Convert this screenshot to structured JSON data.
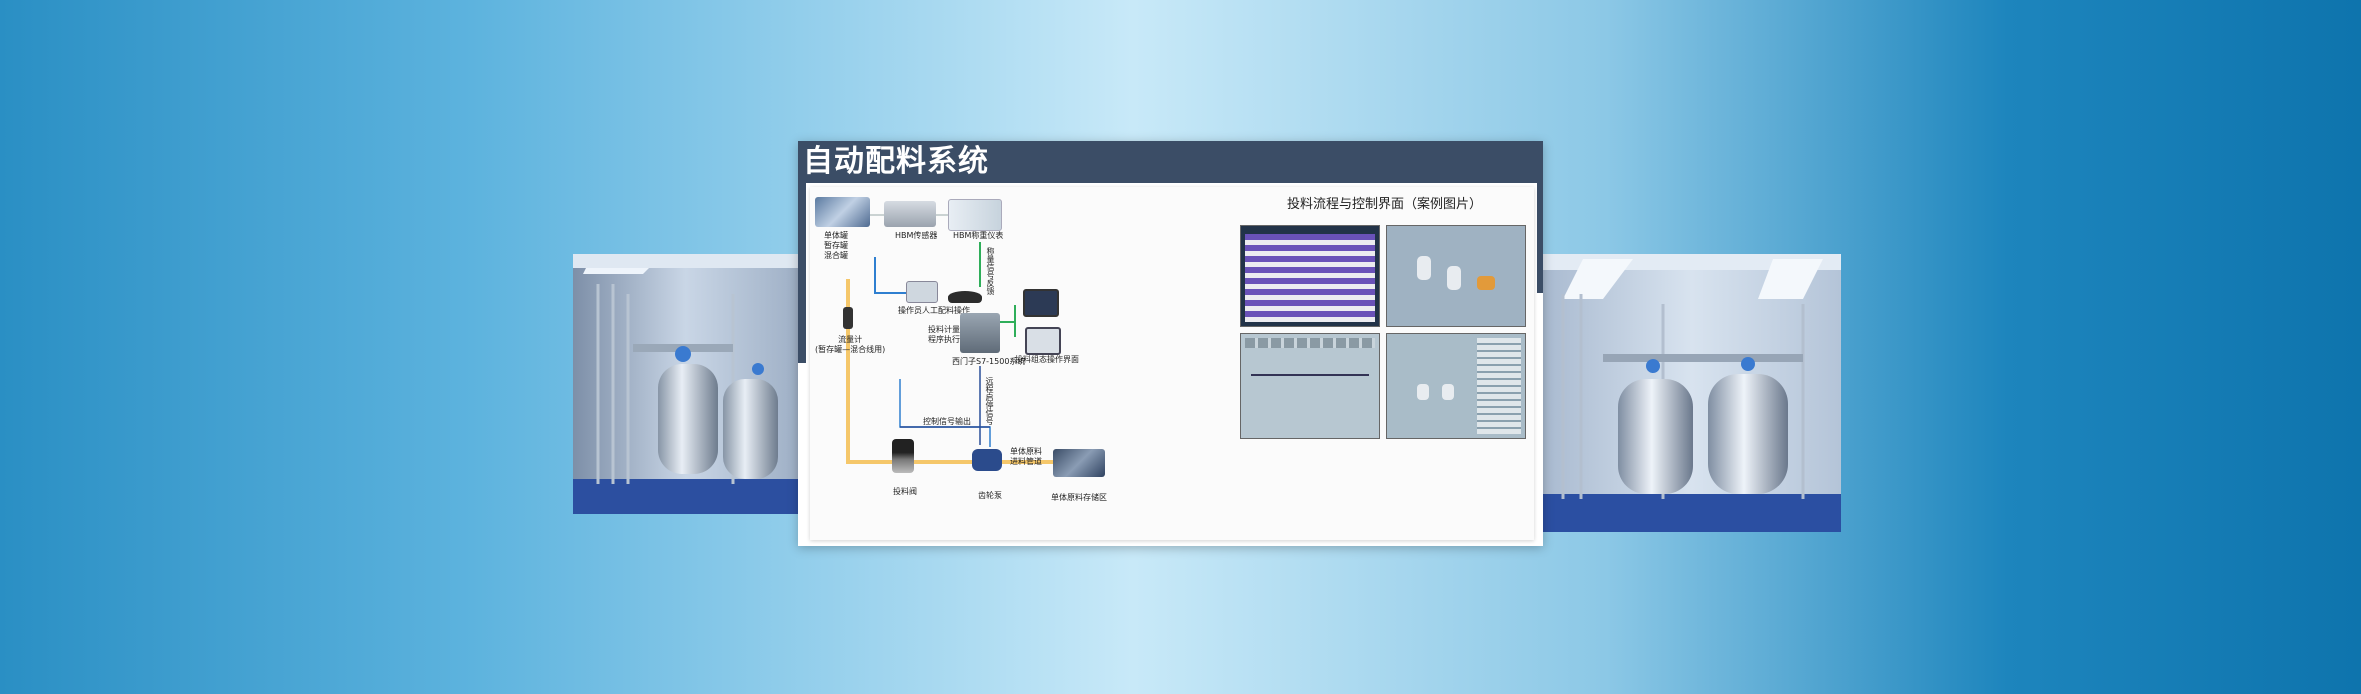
{
  "slide": {
    "title": "自动配料系统",
    "screens_caption": "投料流程与控制界面（案例图片）"
  },
  "labels": {
    "tanks": "单体罐\n暂存罐\n混合罐",
    "hbm_sensor": "HBM传感器",
    "hbm_meter": "HBM称重仪表",
    "weight_signal": "称量信号反馈",
    "manual_op": "操作员人工配料操作",
    "metering": "投料计量\n程序执行",
    "plc": "西门子S7-1500系统",
    "hmi": "投料组态操作界面",
    "flowmeter": "流量计\n(暂存罐—混合线用)",
    "control_out": "控制信号输出",
    "remote_signal": "远程启停信号",
    "feed_valve": "投料阀",
    "gear_pump": "齿轮泵",
    "raw_pipe": "单体原料\n进料管道",
    "raw_storage": "单体原料存储区"
  },
  "colors": {
    "header": "#3b4d66",
    "pipe_yellow": "#f5c76a",
    "line_blue": "#2f7fd0",
    "line_green": "#2fae5a",
    "line_navy": "#2a4f9a"
  }
}
